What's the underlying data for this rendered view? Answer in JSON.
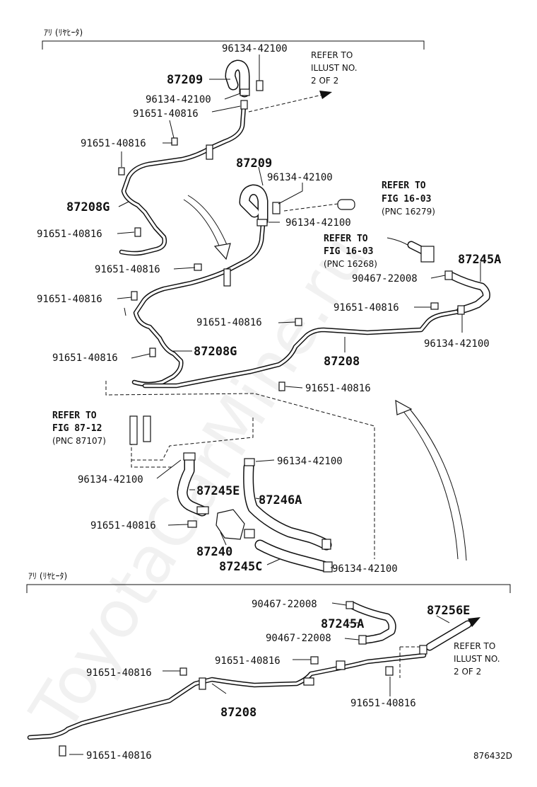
{
  "headers": {
    "top": "ｱﾘ (ﾘﾔﾋｰﾀ)",
    "bottom": "ｱﾘ (ﾘﾔﾋｰﾀ)"
  },
  "parts": {
    "p87209": "87209",
    "p87208g": "87208G",
    "p87208": "87208",
    "p87245a": "87245A",
    "p87245e": "87245E",
    "p87246a": "87246A",
    "p87240": "87240",
    "p87245c": "87245C",
    "p87256e": "87256E",
    "clamp": "96134-42100",
    "clip": "91651-40816",
    "clip2": "90467-22008"
  },
  "refs": {
    "illust_top": [
      "REFER TO",
      "ILLUST NO.",
      "2 OF 2"
    ],
    "fig1603_a": [
      "REFER TO",
      "FIG 16-03",
      "(PNC 16279)"
    ],
    "fig1603_b": [
      "REFER TO",
      "FIG 16-03",
      "(PNC 16268)"
    ],
    "fig8712": [
      "REFER TO",
      "FIG 87-12",
      "(PNC 87107)"
    ],
    "illust_bottom": [
      "REFER TO",
      "ILLUST NO.",
      "2 OF 2"
    ]
  },
  "diagram_code": "876432D",
  "watermark": "ToyotaCarMine.ru"
}
